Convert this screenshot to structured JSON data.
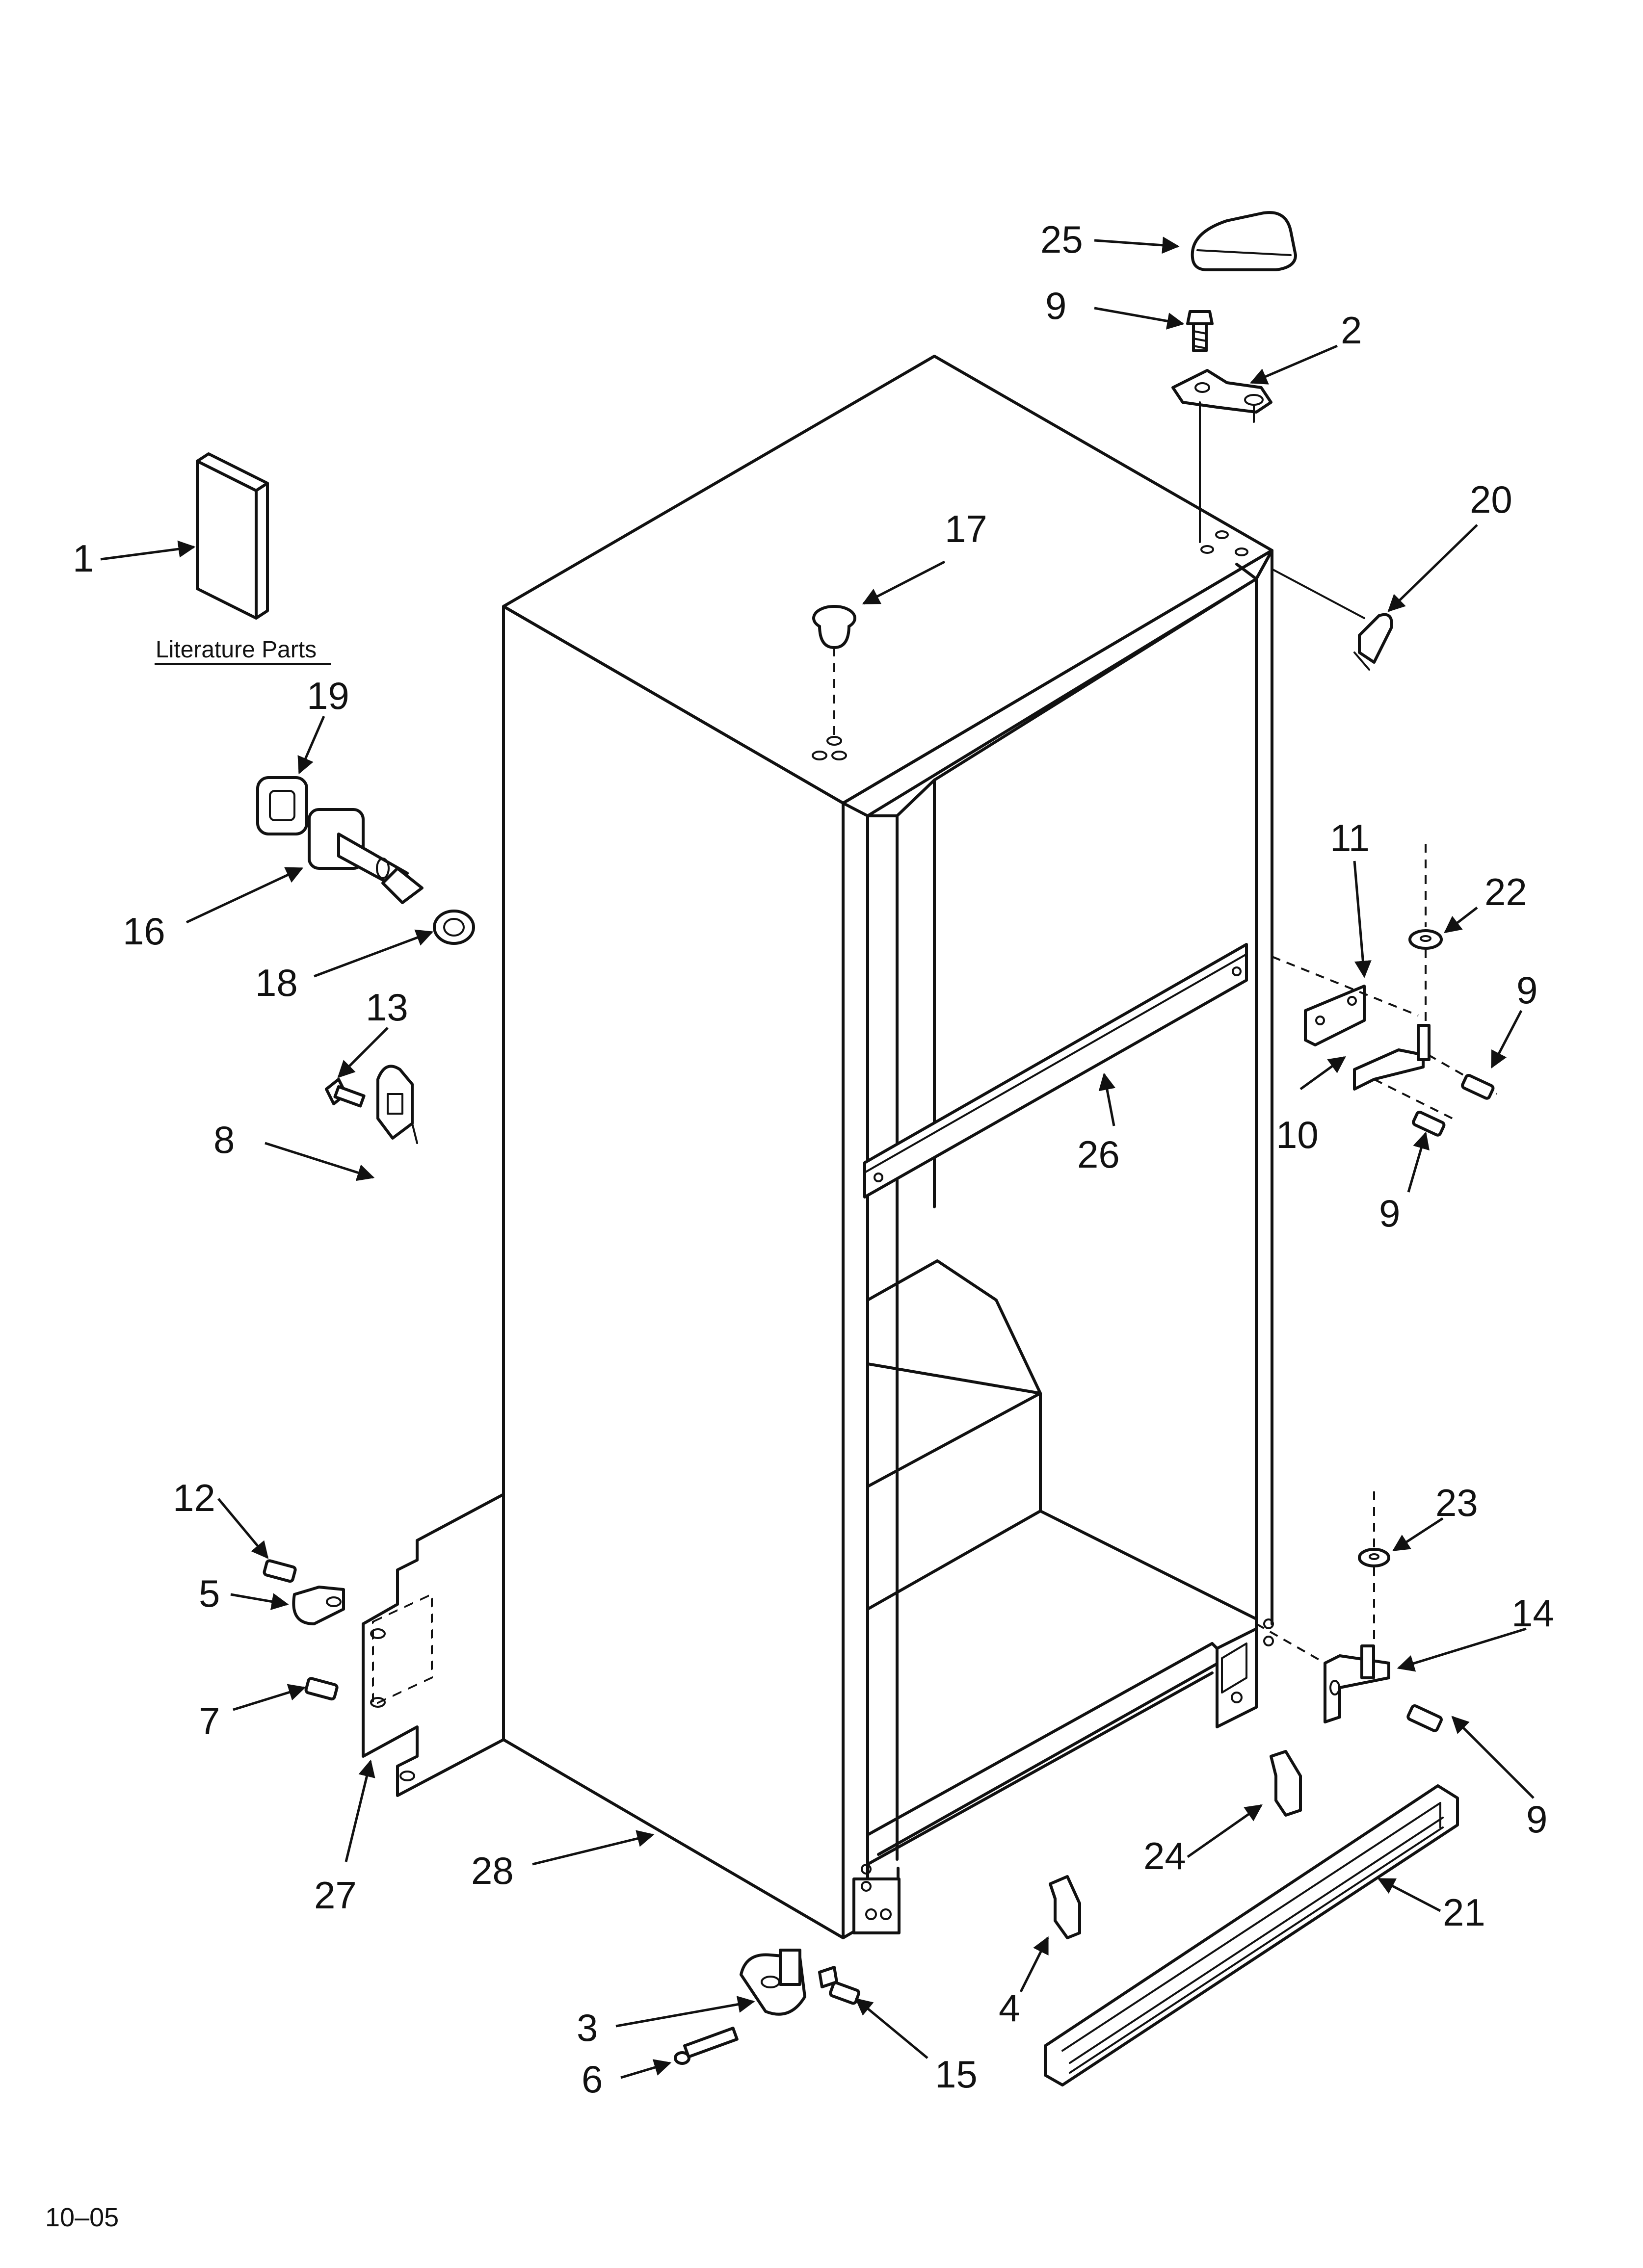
{
  "footer": {
    "code": "10–05"
  },
  "literature": {
    "caption": "Literature Parts"
  },
  "callouts": {
    "c1": "1",
    "c2": "2",
    "c3": "3",
    "c4": "4",
    "c5": "5",
    "c6": "6",
    "c7": "7",
    "c8": "8",
    "c9_top": "9",
    "c9_hinge_right": "9",
    "c9_hinge_below": "9",
    "c9_bottom": "9",
    "c10": "10",
    "c11": "11",
    "c12": "12",
    "c13": "13",
    "c14": "14",
    "c15": "15",
    "c16": "16",
    "c17": "17",
    "c18": "18",
    "c19": "19",
    "c20": "20",
    "c21": "21",
    "c22": "22",
    "c23": "23",
    "c24": "24",
    "c25": "25",
    "c26": "26",
    "c27": "27",
    "c28": "28"
  }
}
